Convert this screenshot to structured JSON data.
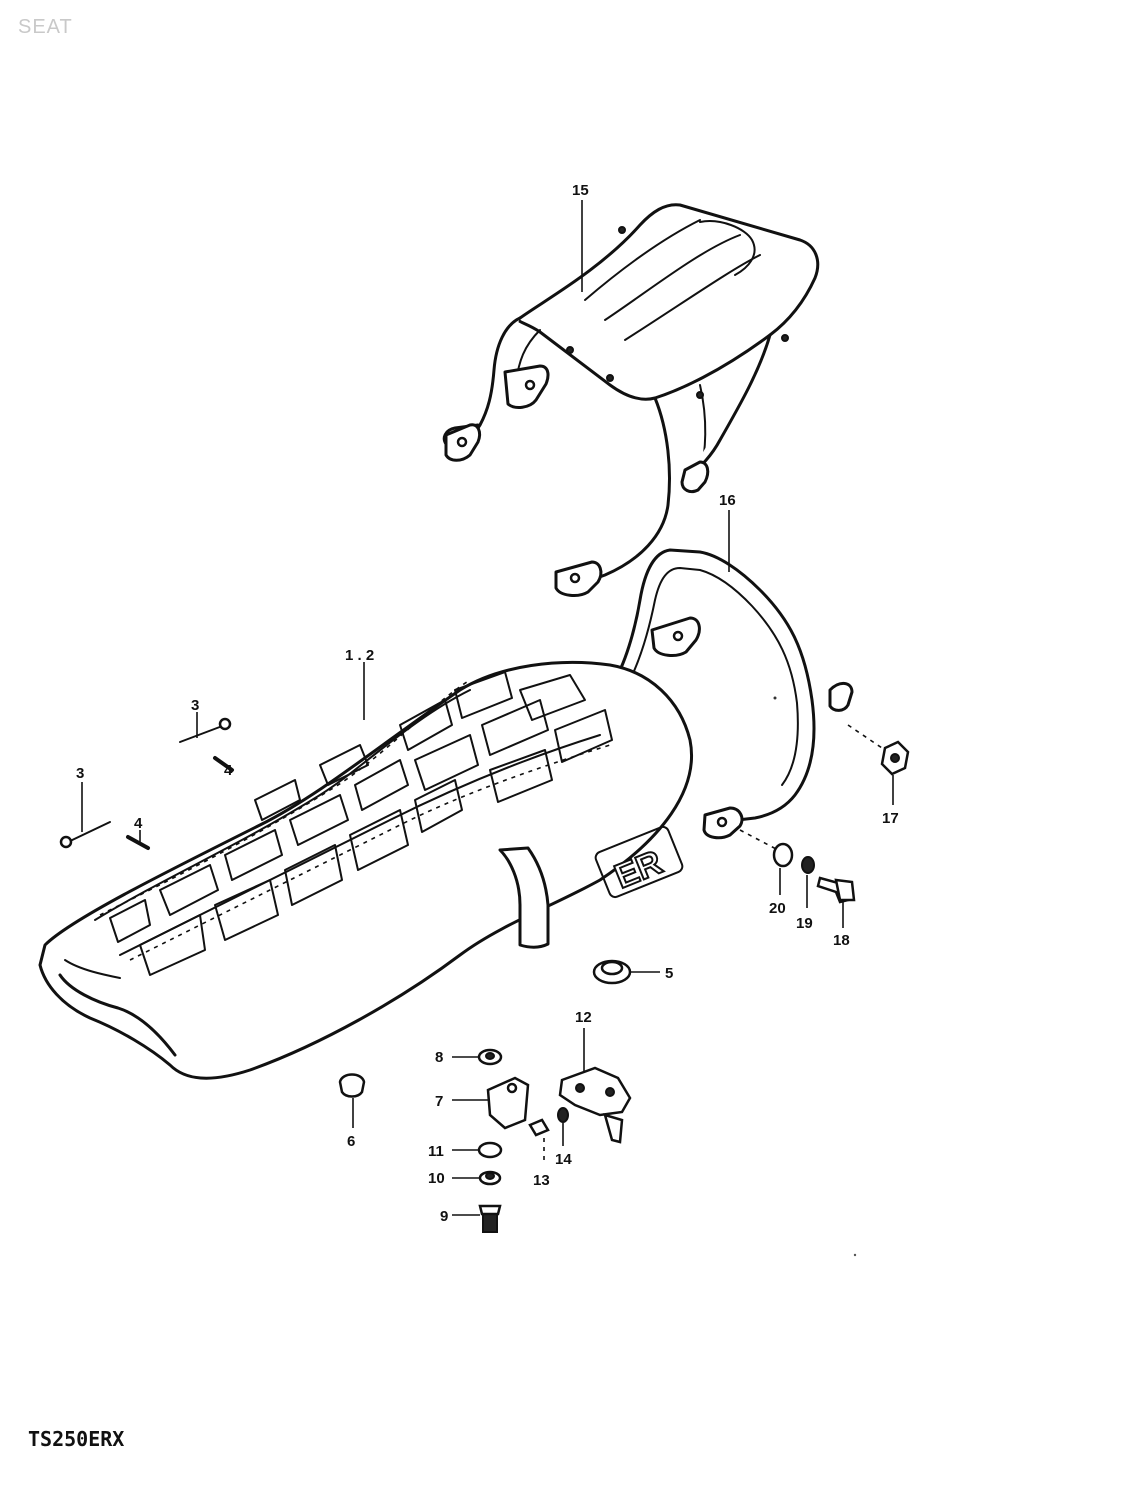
{
  "section_title": "SEAT",
  "model_code": "TS250ERX",
  "callouts": {
    "c1_2": "1 . 2",
    "c3a": "3",
    "c3b": "3",
    "c4a": "4",
    "c4b": "4",
    "c5": "5",
    "c6": "6",
    "c7": "7",
    "c8": "8",
    "c9": "9",
    "c10": "10",
    "c11": "11",
    "c12": "12",
    "c13": "13",
    "c14": "14",
    "c15": "15",
    "c16": "16",
    "c17": "17",
    "c18": "18",
    "c19": "19",
    "c20": "20"
  },
  "seat_emblem": "ER"
}
